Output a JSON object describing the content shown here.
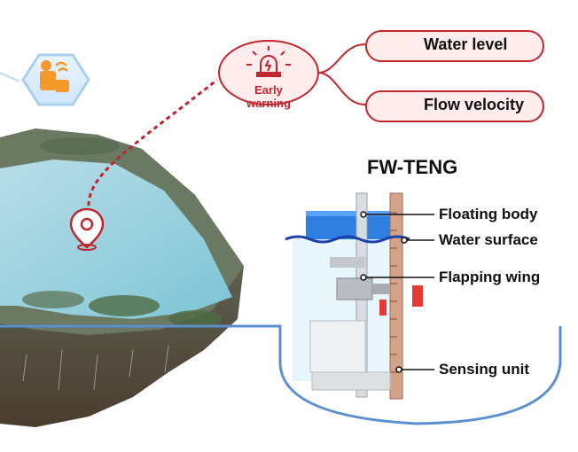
{
  "warning": {
    "label": "Early warning"
  },
  "outputs": [
    {
      "label": "Water level",
      "icon": "water-level-icon"
    },
    {
      "label": "Flow velocity",
      "icon": "flow-velocity-icon"
    }
  ],
  "device": {
    "title": "FW-TENG",
    "parts": [
      {
        "label": "Floating body"
      },
      {
        "label": "Water surface"
      },
      {
        "label": "Flapping wing"
      },
      {
        "label": "Sensing unit"
      }
    ]
  },
  "colors": {
    "accent": "#c0262d",
    "water": "#8fd3e6",
    "outline": "#5b8fd0"
  }
}
